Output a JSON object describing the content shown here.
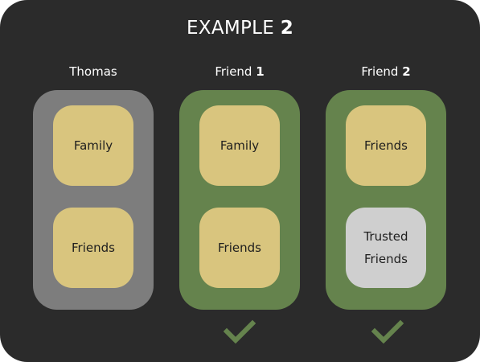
{
  "title": {
    "prefix": "EXAMPLE",
    "number": "2"
  },
  "colors": {
    "background": "#2b2b2b",
    "owner_column": "#7d7d7d",
    "friend_column": "#65834d",
    "group_tile": "#d9c57e",
    "trusted_tile": "#cfcfcf",
    "check": "#65834d",
    "text_light": "#ffffff",
    "text_dark": "#1e1e1e"
  },
  "columns": [
    {
      "label": "Thomas",
      "label_number": "",
      "tiles": [
        {
          "text": "Family"
        },
        {
          "text": "Friends"
        }
      ],
      "check_icon": null
    },
    {
      "label": "Friend ",
      "label_number": "1",
      "tiles": [
        {
          "text": "Family"
        },
        {
          "text": "Friends"
        }
      ],
      "check_icon": "checkmark-icon"
    },
    {
      "label": "Friend ",
      "label_number": "2",
      "tiles": [
        {
          "text": "Friends"
        },
        {
          "line1": "Trusted",
          "line2": "Friends"
        }
      ],
      "check_icon": "checkmark-icon"
    }
  ]
}
